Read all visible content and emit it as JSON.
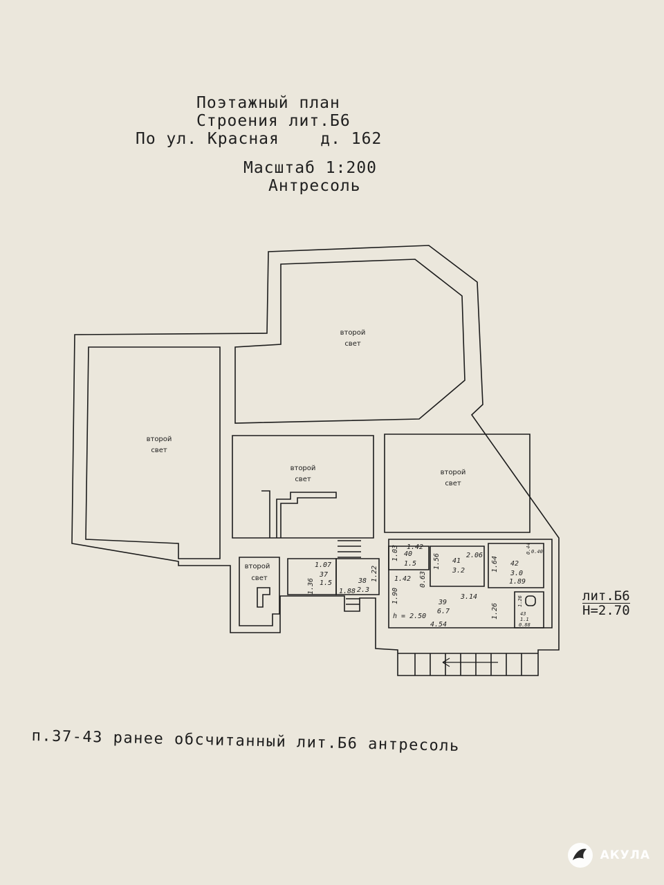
{
  "title": {
    "line1": "Поэтажный план",
    "line2": "Строения лит.Б6",
    "line3": "По ул. Красная    д. 162",
    "scale": "Масштаб 1:200",
    "level": "Антресоль"
  },
  "rooms": {
    "light_label_1": "второй",
    "light_label_2": "свет",
    "r37": {
      "num": "37",
      "area": "1.5"
    },
    "r38": {
      "num": "38",
      "area": "2.3"
    },
    "r39": {
      "num": "39",
      "area": "6.7"
    },
    "r40": {
      "num": "40",
      "area": "1.5"
    },
    "r41": {
      "num": "41",
      "area": "3.2"
    },
    "r42": {
      "num": "42",
      "area": "3.0"
    },
    "r43": {
      "num": "43",
      "area": "1.1"
    }
  },
  "dimensions": {
    "d107": "1.07",
    "d136": "1.36",
    "d188": "1.88",
    "d122": "1.22",
    "d103": "1.03",
    "d142a": "1.42",
    "d142b": "1.42",
    "d190": "1.90",
    "d063": "0.63",
    "d156": "1.56",
    "d206": "2.06",
    "d164": "1.64",
    "d189": "1.89",
    "d314": "3.14",
    "d126a": "1.26",
    "d126b": "1.26",
    "d454": "4.54",
    "d040": "0.40",
    "d044": "0.44",
    "d088": "0.88",
    "height": "h = 2.50"
  },
  "lit_label": {
    "line1": "лит.Б6",
    "line2": "H=2.70"
  },
  "footnote": "п.37-43 ранее обсчитанный лит.Б6 антресоль",
  "brand": {
    "name": "АКУЛА",
    "logo_icon": "shark-logo-icon"
  }
}
